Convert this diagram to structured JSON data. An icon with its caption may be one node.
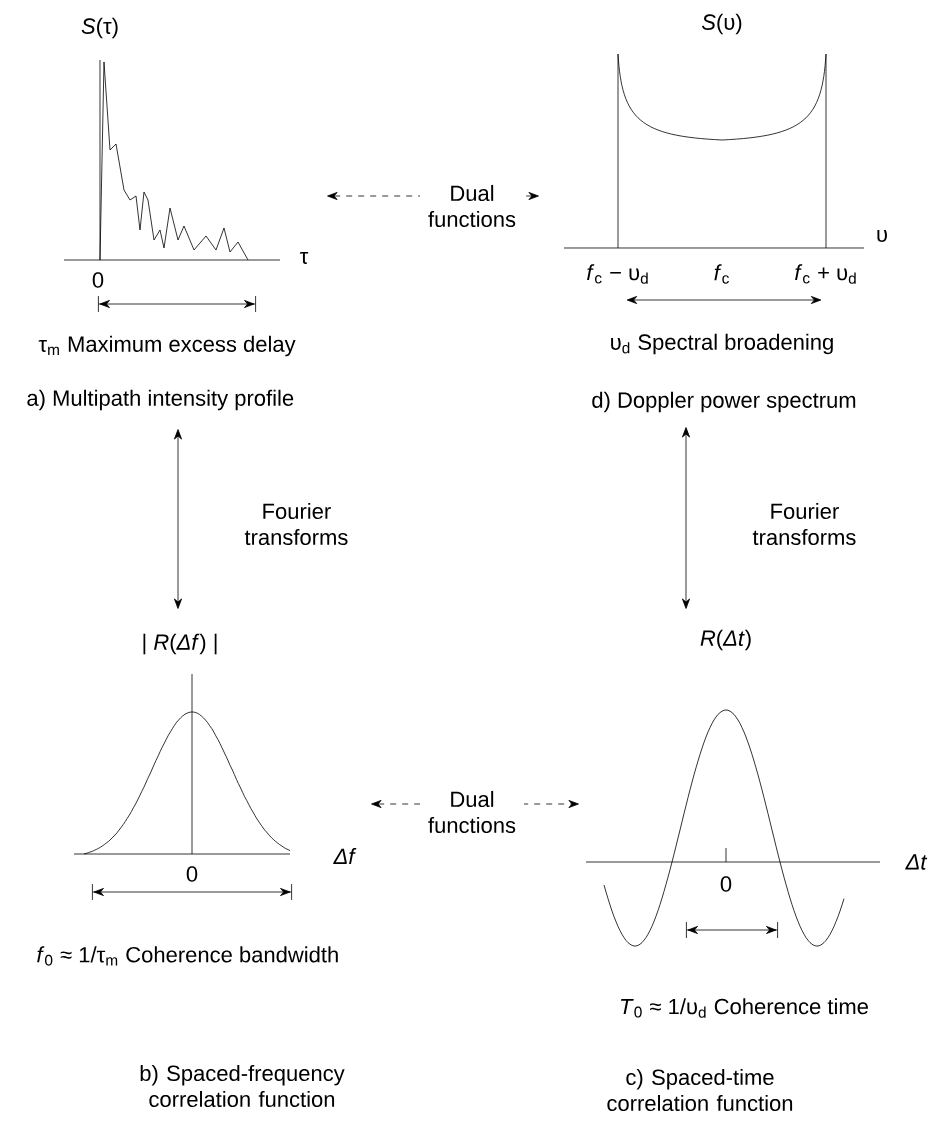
{
  "diagram": {
    "nodes": [
      {
        "text": [
          "*S*(τ)",
          "τ",
          "0",
          "τ$_{m}$ Maximum excess delay",
          "a) Multipath intensity profile"
        ]
      },
      {
        "text": [
          "*S*(υ)",
          "υ",
          "*f*$_{c}$ − υ$_{d}$",
          "*f*$_{c}$",
          "*f*$_{c}$ + υ$_{d}$",
          "υ$_{d}$ Spectral broadening",
          "d) Doppler power spectrum"
        ]
      },
      {
        "text": [
          "| *R*(*Δf*) |",
          "0",
          "Δf",
          "*f*$_{0}$ ≈ 1/τ$_{m}$ Coherence bandwidth",
          "b) Spaced-frequency correlation function"
        ]
      },
      {
        "text": [
          "*R*(*Δt*)",
          "0",
          "Δt",
          "*T*$_{0}$ ≈ 1/υ$_{d}$ Coherence time",
          "c) Spaced-time correlation function"
        ]
      }
    ],
    "edges": [
      {
        "from": 0,
        "to": 1,
        "arrow": "both",
        "style": "dashed",
        "label": "Dual functions"
      },
      {
        "from": 0,
        "to": 2,
        "arrow": "both",
        "label": "Fourier transforms"
      },
      {
        "from": 1,
        "to": 3,
        "arrow": "both",
        "label": "Fourier transforms"
      },
      {
        "from": 2,
        "to": 3,
        "arrow": "both",
        "style": "dashed",
        "label": "Dual functions"
      }
    ]
  }
}
